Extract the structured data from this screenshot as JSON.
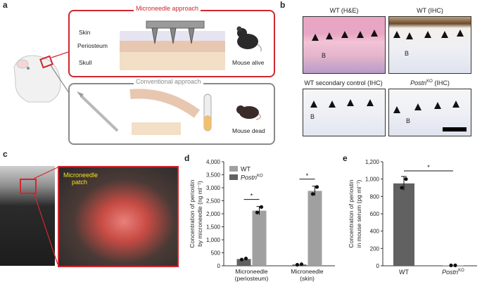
{
  "panels": {
    "a": "a",
    "b": "b",
    "c": "c",
    "d": "d",
    "e": "e"
  },
  "panel_a": {
    "micro_title": "Microneedle approach",
    "conv_title": "Conventional approach",
    "skin": "Skin",
    "periosteum": "Periosteum",
    "skull": "Skull",
    "alive": "Mouse alive",
    "dead": "Mouse dead"
  },
  "panel_b": {
    "wt_he": "WT (H&E)",
    "wt_ihc": "WT (IHC)",
    "wt_sec": "WT secondary control (IHC)",
    "postn_prefix": "Postn",
    "postn_sup": "KO",
    "postn_suffix": " (IHC)",
    "bone": "B"
  },
  "panel_c": {
    "patch_line1": "Microneedle",
    "patch_line2": "patch"
  },
  "colors": {
    "wt": "#a0a0a0",
    "ko": "#616161",
    "micro_red": "#d0272f",
    "conv_grey": "#8a8a8a"
  },
  "chart_data": [
    {
      "type": "bar",
      "panel": "d",
      "categories": [
        "Microneedle (periosteum)",
        "Microneedle (skin)"
      ],
      "category_lines": [
        [
          "Microneedle",
          "(periosteum)"
        ],
        [
          "Microneedle",
          "(skin)"
        ]
      ],
      "series": [
        {
          "name": "WT",
          "values": [
            2120,
            2880
          ],
          "errors": [
            160,
            180
          ],
          "points": [
            [
              2050,
              2260
            ],
            [
              2760,
              3030
            ]
          ]
        },
        {
          "name": "PostnKO",
          "values": [
            260,
            50
          ],
          "errors": [
            20,
            10
          ],
          "points": [
            [
              240,
              280
            ],
            [
              40,
              60
            ]
          ]
        }
      ],
      "legend": [
        {
          "label": "WT",
          "sup": ""
        },
        {
          "label": "Postn",
          "sup": "KO"
        }
      ],
      "significance": [
        "*",
        "*"
      ],
      "ylabel_lines": [
        "Concentration of periostin",
        "by microneedle (ng ml⁻¹)"
      ],
      "ylim": [
        0,
        4000
      ],
      "yticks": [
        "0",
        "500",
        "1,000",
        "1,500",
        "2,000",
        "2,500",
        "3,000",
        "3,500",
        "4,000"
      ],
      "legend_position": "top-left"
    },
    {
      "type": "bar",
      "panel": "e",
      "categories": [
        "WT",
        "PostnKO"
      ],
      "category_labels": [
        {
          "label": "WT",
          "sup": ""
        },
        {
          "label": "Postn",
          "sup": "KO"
        }
      ],
      "values": [
        950,
        5
      ],
      "errors": [
        80,
        0
      ],
      "points": [
        [
          900,
          1000
        ],
        [
          5,
          5
        ]
      ],
      "significance": "*",
      "ylabel_lines": [
        "Concentration of periostin",
        "in mouse serum (pg ml⁻¹)"
      ],
      "ylim": [
        0,
        1200
      ],
      "yticks": [
        "0",
        "200",
        "400",
        "600",
        "800",
        "1,000",
        "1,200"
      ]
    }
  ]
}
